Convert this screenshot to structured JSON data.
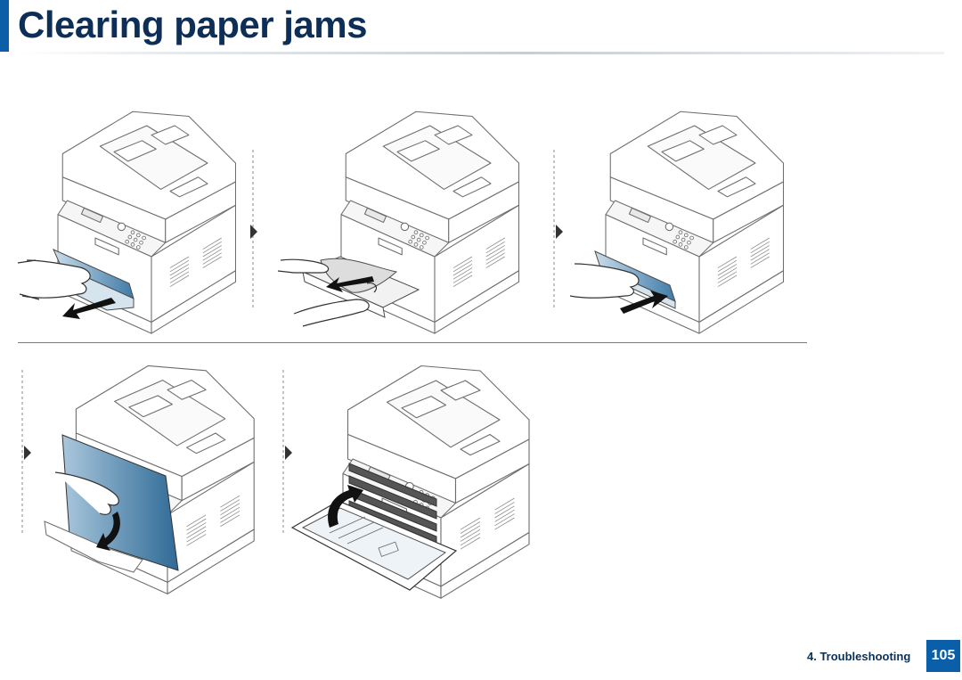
{
  "header": {
    "title": "Clearing paper jams"
  },
  "steps": [
    {
      "id": "pull-tray-out"
    },
    {
      "id": "remove-jammed-paper"
    },
    {
      "id": "insert-tray-back"
    },
    {
      "id": "open-front-cover"
    },
    {
      "id": "close-front-cover"
    }
  ],
  "footer": {
    "section": "4. Troubleshooting",
    "page_number": "105"
  },
  "colors": {
    "accent": "#0a5fa8",
    "title_text": "#0d2f57",
    "highlight": "#5a8fb5"
  }
}
